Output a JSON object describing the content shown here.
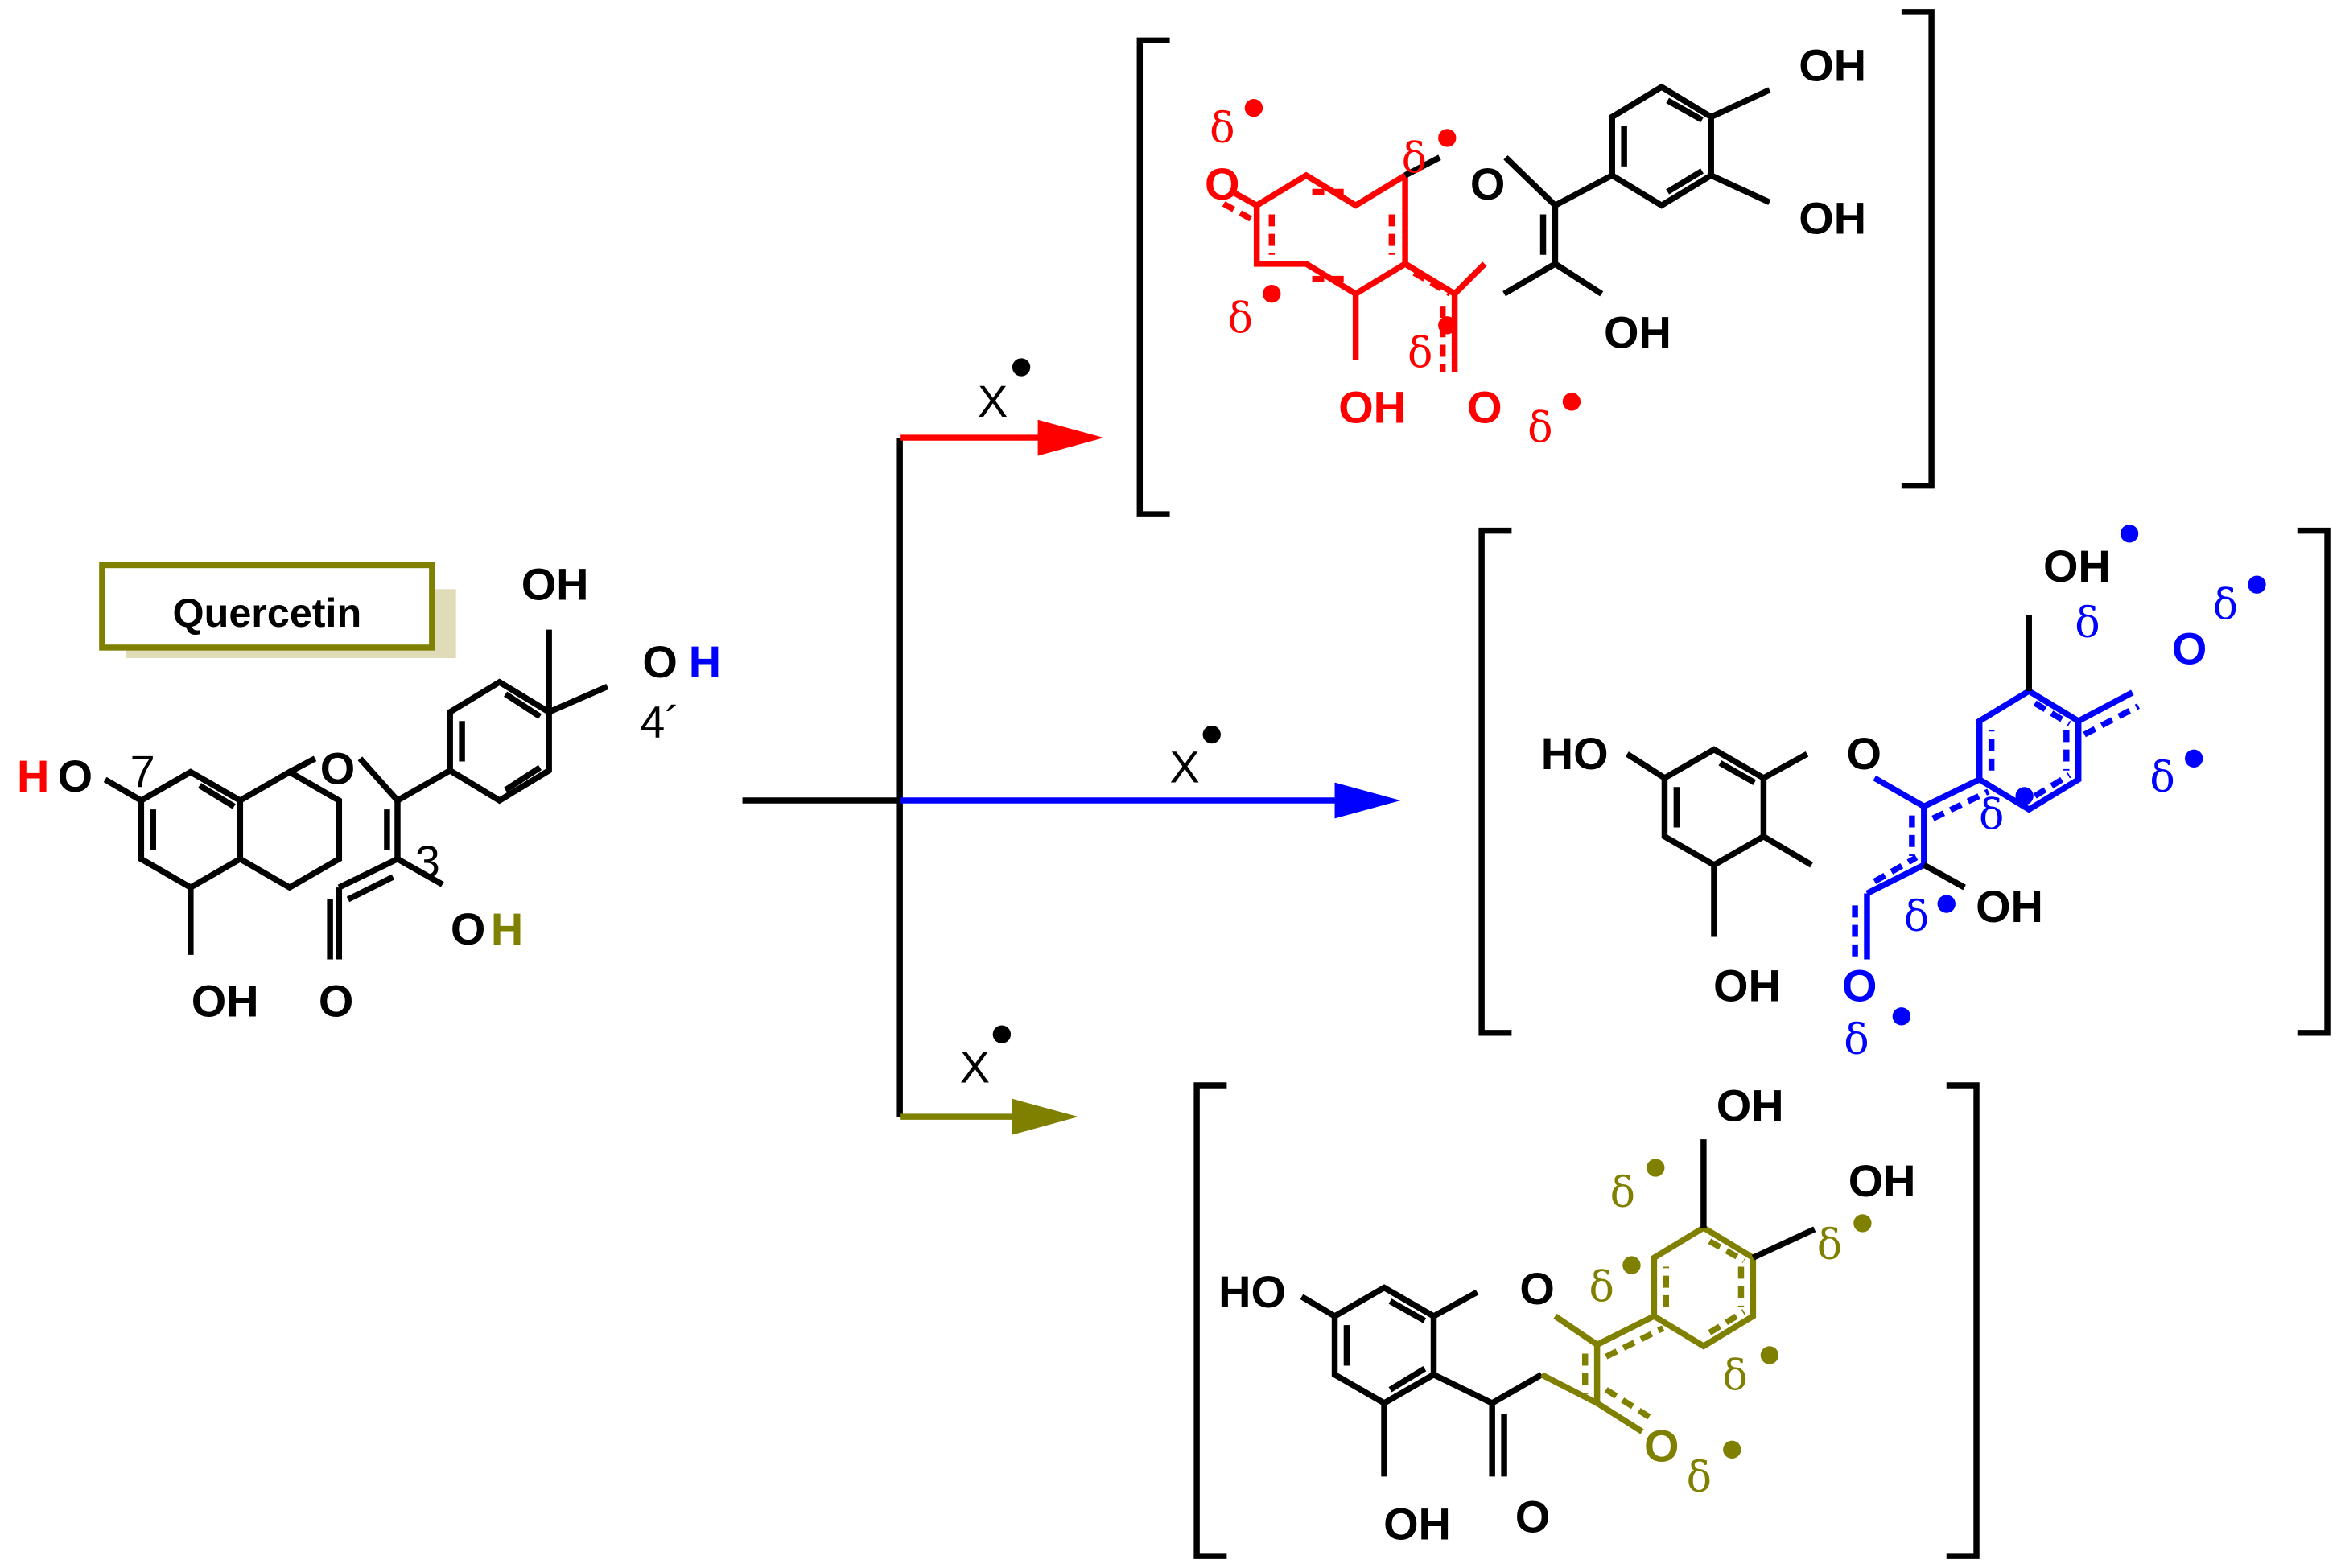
{
  "colors": {
    "black": "#000000",
    "red": "#ff0000",
    "blue": "#0000ff",
    "olive": "#808000",
    "shadow": "#e0dcb8"
  },
  "quercetin": {
    "name": "Quercetin",
    "oh": "OH",
    "o": "O",
    "h": "H",
    "pos7": "7",
    "pos3": "3",
    "pos4p": "4´"
  },
  "reagent": "X",
  "radical_dot": "•",
  "delta": "δ",
  "labels": {
    "oh": "OH",
    "ho": "HO",
    "o": "O"
  }
}
